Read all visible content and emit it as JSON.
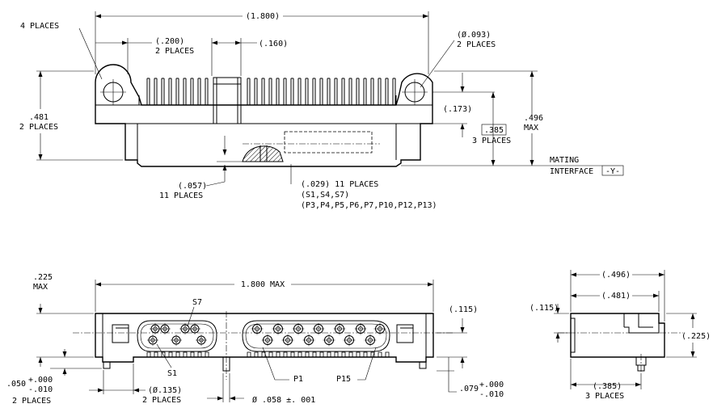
{
  "top_view": {
    "overall_length": "(1.800)",
    "pitch_label": "(.200)",
    "pitch_places": "2 PLACES",
    "gap_label": "(.160)",
    "hole_dia": "(Ø.093)",
    "hole_places": "2 PLACES",
    "corner_places": "4 PLACES",
    "height_481": ".481",
    "height_481_places": "2 PLACES",
    "dim_173": "(.173)",
    "dim_385": ".385",
    "dim_385_places": "3 PLACES",
    "dim_496": ".496",
    "dim_496_max": "MAX",
    "mating_1": "MATING",
    "mating_2": "INTERFACE",
    "datum_y": "-Y-",
    "dim_057": "(.057)",
    "dim_057_places": "11 PLACES",
    "dim_029": "(.029) 11 PLACES",
    "dim_029_s": "(S1,S4,S7)",
    "dim_029_p": "(P3,P4,P5,P6,P7,P10,P12,P13)"
  },
  "front_view": {
    "height_225": ".225",
    "height_225_max": "MAX",
    "overall_max": "1.800 MAX",
    "label_s7": "S7",
    "label_s1": "S1",
    "label_p1": "P1",
    "label_p15": "P15",
    "dim_115": "(.115)",
    "dim_050": ".050",
    "tol_050_plus": "+.000",
    "tol_050_minus": "-.010",
    "dim_050_places": "2 PLACES",
    "dim_135": "(Ø.135)",
    "dim_135_places": "2 PLACES",
    "dim_058": "Ø .058 ±. 001",
    "dim_079": ".079",
    "tol_079_plus": "+.000",
    "tol_079_minus": "-.010"
  },
  "side_view": {
    "dim_496": "(.496)",
    "dim_481": "(.481)",
    "dim_115": "(.115)",
    "dim_225": "(.225)",
    "dim_385": "(.385)",
    "dim_385_places": "3 PLACES"
  }
}
